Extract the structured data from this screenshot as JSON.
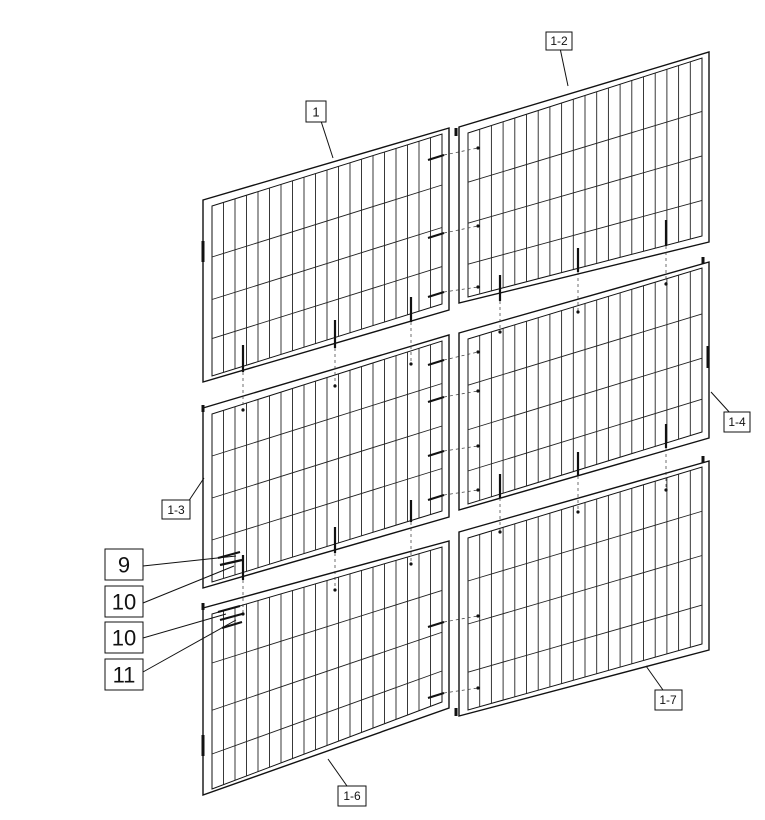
{
  "diagram": {
    "callouts": [
      {
        "id": "c1",
        "label": "1"
      },
      {
        "id": "c12",
        "label": "1-2"
      },
      {
        "id": "c13",
        "label": "1-3"
      },
      {
        "id": "c14",
        "label": "1-4"
      },
      {
        "id": "c16",
        "label": "1-6"
      },
      {
        "id": "c17",
        "label": "1-7"
      },
      {
        "id": "c9",
        "label": "9"
      },
      {
        "id": "c10a",
        "label": "10"
      },
      {
        "id": "c10b",
        "label": "10"
      },
      {
        "id": "c11",
        "label": "11"
      }
    ],
    "colors": {
      "line": "#111111",
      "background": "#ffffff"
    }
  }
}
